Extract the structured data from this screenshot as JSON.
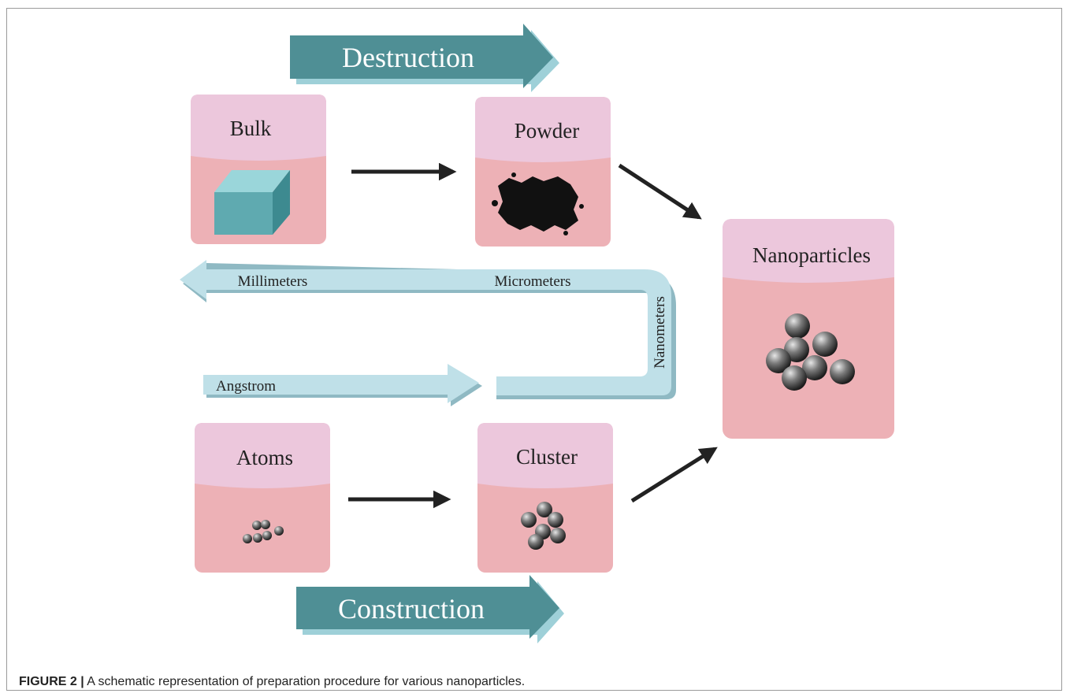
{
  "figure": {
    "caption_label": "FIGURE 2 |",
    "caption_text": " A schematic representation of preparation procedure for various nanoparticles."
  },
  "process_arrows": {
    "top": "Destruction",
    "bottom": "Construction"
  },
  "boxes": {
    "bulk": "Bulk",
    "powder": "Powder",
    "nanoparticles": "Nanoparticles",
    "atoms": "Atoms",
    "cluster": "Cluster"
  },
  "scale_path": {
    "millimeters": "Millimeters",
    "micrometers": "Micrometers",
    "nanometers": "Nanometers",
    "angstrom": "Angstrom"
  },
  "colors": {
    "box_header": "#ecc7dc",
    "box_body": "#edb1b6",
    "big_arrow": "#4f8f95",
    "scale_arrow": "#bfe0e8",
    "cube": "#6fb8bd"
  }
}
